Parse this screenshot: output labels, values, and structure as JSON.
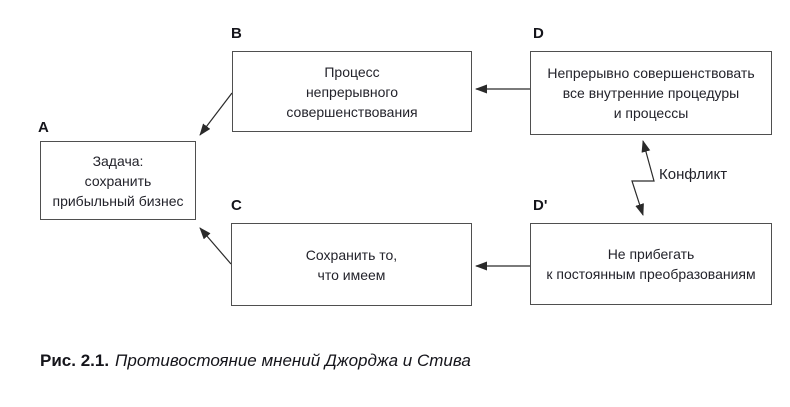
{
  "diagram": {
    "nodes": {
      "a": {
        "label": "A",
        "text": "Задача:\nсохранить\nприбыльный бизнес"
      },
      "b": {
        "label": "B",
        "text": "Процесс\nнепрерывного\nсовершенствования"
      },
      "c": {
        "label": "C",
        "text": "Сохранить то,\nчто имеем"
      },
      "d": {
        "label": "D",
        "text": "Непрерывно совершенствовать\nвсе внутренние процедуры\nи процессы"
      },
      "d_prime": {
        "label": "D'",
        "text": "Не прибегать\nк постоянным преобразованиям"
      }
    },
    "conflict_label": "Конфликт",
    "caption": {
      "number": "Рис. 2.1.",
      "text": "Противостояние мнений Джорджа и Стива"
    },
    "colors": {
      "background": "#ffffff",
      "box_border": "#4f4f4f",
      "text": "#23232b",
      "arrow": "#2a2a2a"
    }
  }
}
